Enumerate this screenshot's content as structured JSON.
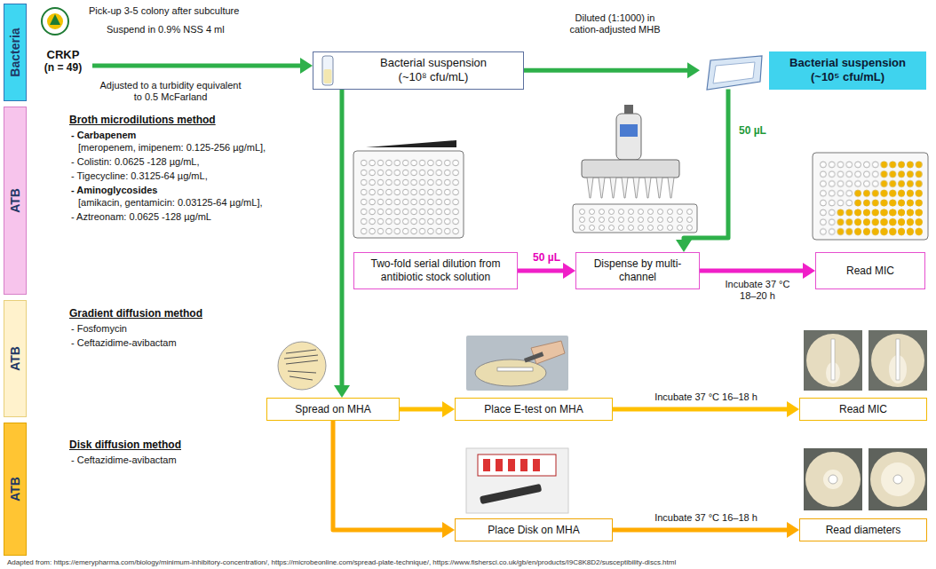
{
  "diagram": {
    "nodes": [
      {
        "text": [
          "Bacteria"
        ]
      },
      {
        "text": [
          "ATB"
        ]
      },
      {
        "text": [
          "ATB"
        ]
      },
      {
        "text": [
          "ATB"
        ]
      },
      {
        "text": [
          "CRKP",
          "(n = 49)"
        ]
      },
      {
        "text": [
          "Bacterial suspension (~10⁸ cfu/mL)"
        ]
      },
      {
        "text": [
          "Bacterial suspension (~10⁵ cfu/mL)"
        ]
      },
      {
        "text": [
          "Two-fold serial dilution from antibiotic stock solution"
        ]
      },
      {
        "text": [
          "Dispense by multi-channel"
        ]
      },
      {
        "text": [
          "Read MIC"
        ]
      },
      {
        "text": [
          "Spread on MHA"
        ]
      },
      {
        "text": [
          "Place E-test on MHA"
        ]
      },
      {
        "text": [
          "Read MIC"
        ]
      },
      {
        "text": [
          "Place Disk on MHA"
        ]
      },
      {
        "text": [
          "Read diameters"
        ]
      }
    ],
    "edges": [
      {
        "from": 4,
        "to": 5,
        "arrow": "to"
      },
      {
        "from": 5,
        "to": 6,
        "label": "Diluted (1:1000) in cation-adjusted MHB",
        "arrow": "to"
      },
      {
        "from": 7,
        "to": 8,
        "label": "50 µL",
        "arrow": "to"
      },
      {
        "from": 6,
        "to": 8,
        "label": "50 µL",
        "arrow": "to"
      },
      {
        "from": 8,
        "to": 9,
        "label": "Incubate 37 °C 18–20 h",
        "arrow": "to"
      },
      {
        "from": 5,
        "to": 10,
        "arrow": "to"
      },
      {
        "from": 10,
        "to": 11,
        "arrow": "to"
      },
      {
        "from": 11,
        "to": 12,
        "label": "Incubate 37 °C 16–18 h",
        "arrow": "to"
      },
      {
        "from": 10,
        "to": 13,
        "arrow": "to"
      },
      {
        "from": 13,
        "to": 14,
        "label": "Incubate 37 °C 16–18 h",
        "arrow": "to"
      }
    ],
    "labels": [
      "Pick-up 3-5 colony after subculture",
      "Suspend in 0.9% NSS 4 ml",
      "Adjusted to a turbidity equivalent to 0.5 McFarland",
      "Broth microdilutions method",
      "- Carbapenem",
      "[meropenem, imipenem: 0.125-256 µg/mL],",
      "- Colistin: 0.0625 -128 µg/mL,",
      "- Tigecycline: 0.3125-64 µg/mL,",
      "- Aminoglycosides",
      "[amikacin, gentamicin: 0.03125-64 µg/mL],",
      "- Aztreonam: 0.0625 -128 µg/mL",
      "Gradient diffusion method",
      "- Fosfomycin",
      "- Ceftazidime-avibactam",
      "Disk diffusion method",
      "- Ceftazidime-avibactam",
      "Adapted from: https://emerypharma.com/biology/minimum-inhibitory-concentration/, https://microbeonline.com/spread-plate-technique/, https://www.fishersci.co.uk/gb/en/products/I9C8K8D2/susceptibility-discs.html"
    ]
  }
}
